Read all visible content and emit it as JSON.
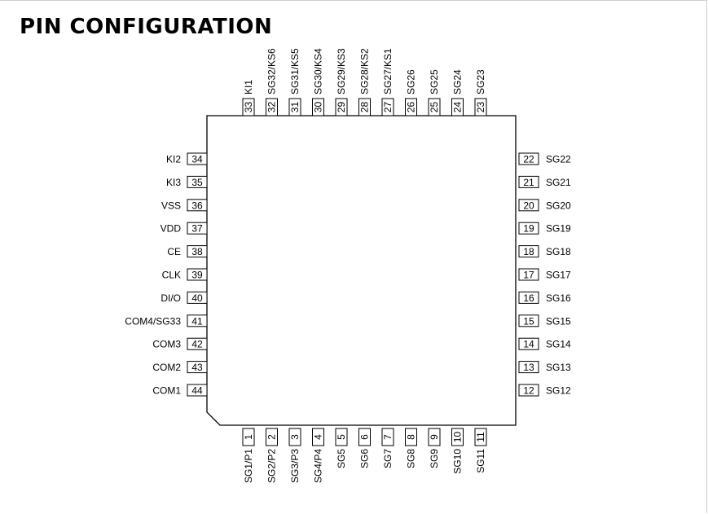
{
  "page": {
    "title": "PIN CONFIGURATION"
  },
  "pins": {
    "top": [
      {
        "num": "33",
        "name": "KI1"
      },
      {
        "num": "32",
        "name": "SG32/KS6"
      },
      {
        "num": "31",
        "name": "SG31/KS5"
      },
      {
        "num": "30",
        "name": "SG30/KS4"
      },
      {
        "num": "29",
        "name": "SG29/KS3"
      },
      {
        "num": "28",
        "name": "SG28/KS2"
      },
      {
        "num": "27",
        "name": "SG27/KS1"
      },
      {
        "num": "26",
        "name": "SG26"
      },
      {
        "num": "25",
        "name": "SG25"
      },
      {
        "num": "24",
        "name": "SG24"
      },
      {
        "num": "23",
        "name": "SG23"
      }
    ],
    "left": [
      {
        "num": "34",
        "name": "KI2"
      },
      {
        "num": "35",
        "name": "KI3"
      },
      {
        "num": "36",
        "name": "VSS"
      },
      {
        "num": "37",
        "name": "VDD"
      },
      {
        "num": "38",
        "name": "CE"
      },
      {
        "num": "39",
        "name": "CLK"
      },
      {
        "num": "40",
        "name": "DI/O"
      },
      {
        "num": "41",
        "name": "COM4/SG33"
      },
      {
        "num": "42",
        "name": "COM3"
      },
      {
        "num": "43",
        "name": "COM2"
      },
      {
        "num": "44",
        "name": "COM1"
      }
    ],
    "right": [
      {
        "num": "22",
        "name": "SG22"
      },
      {
        "num": "21",
        "name": "SG21"
      },
      {
        "num": "20",
        "name": "SG20"
      },
      {
        "num": "19",
        "name": "SG19"
      },
      {
        "num": "18",
        "name": "SG18"
      },
      {
        "num": "17",
        "name": "SG17"
      },
      {
        "num": "16",
        "name": "SG16"
      },
      {
        "num": "15",
        "name": "SG15"
      },
      {
        "num": "14",
        "name": "SG14"
      },
      {
        "num": "13",
        "name": "SG13"
      },
      {
        "num": "12",
        "name": "SG12"
      }
    ],
    "bottom": [
      {
        "num": "1",
        "name": "SG1/P1"
      },
      {
        "num": "2",
        "name": "SG2/P2"
      },
      {
        "num": "3",
        "name": "SG3/P3"
      },
      {
        "num": "4",
        "name": "SG4/P4"
      },
      {
        "num": "5",
        "name": "SG5"
      },
      {
        "num": "6",
        "name": "SG6"
      },
      {
        "num": "7",
        "name": "SG7"
      },
      {
        "num": "8",
        "name": "SG8"
      },
      {
        "num": "9",
        "name": "SG9"
      },
      {
        "num": "10",
        "name": "SG10"
      },
      {
        "num": "11",
        "name": "SG11"
      }
    ]
  }
}
